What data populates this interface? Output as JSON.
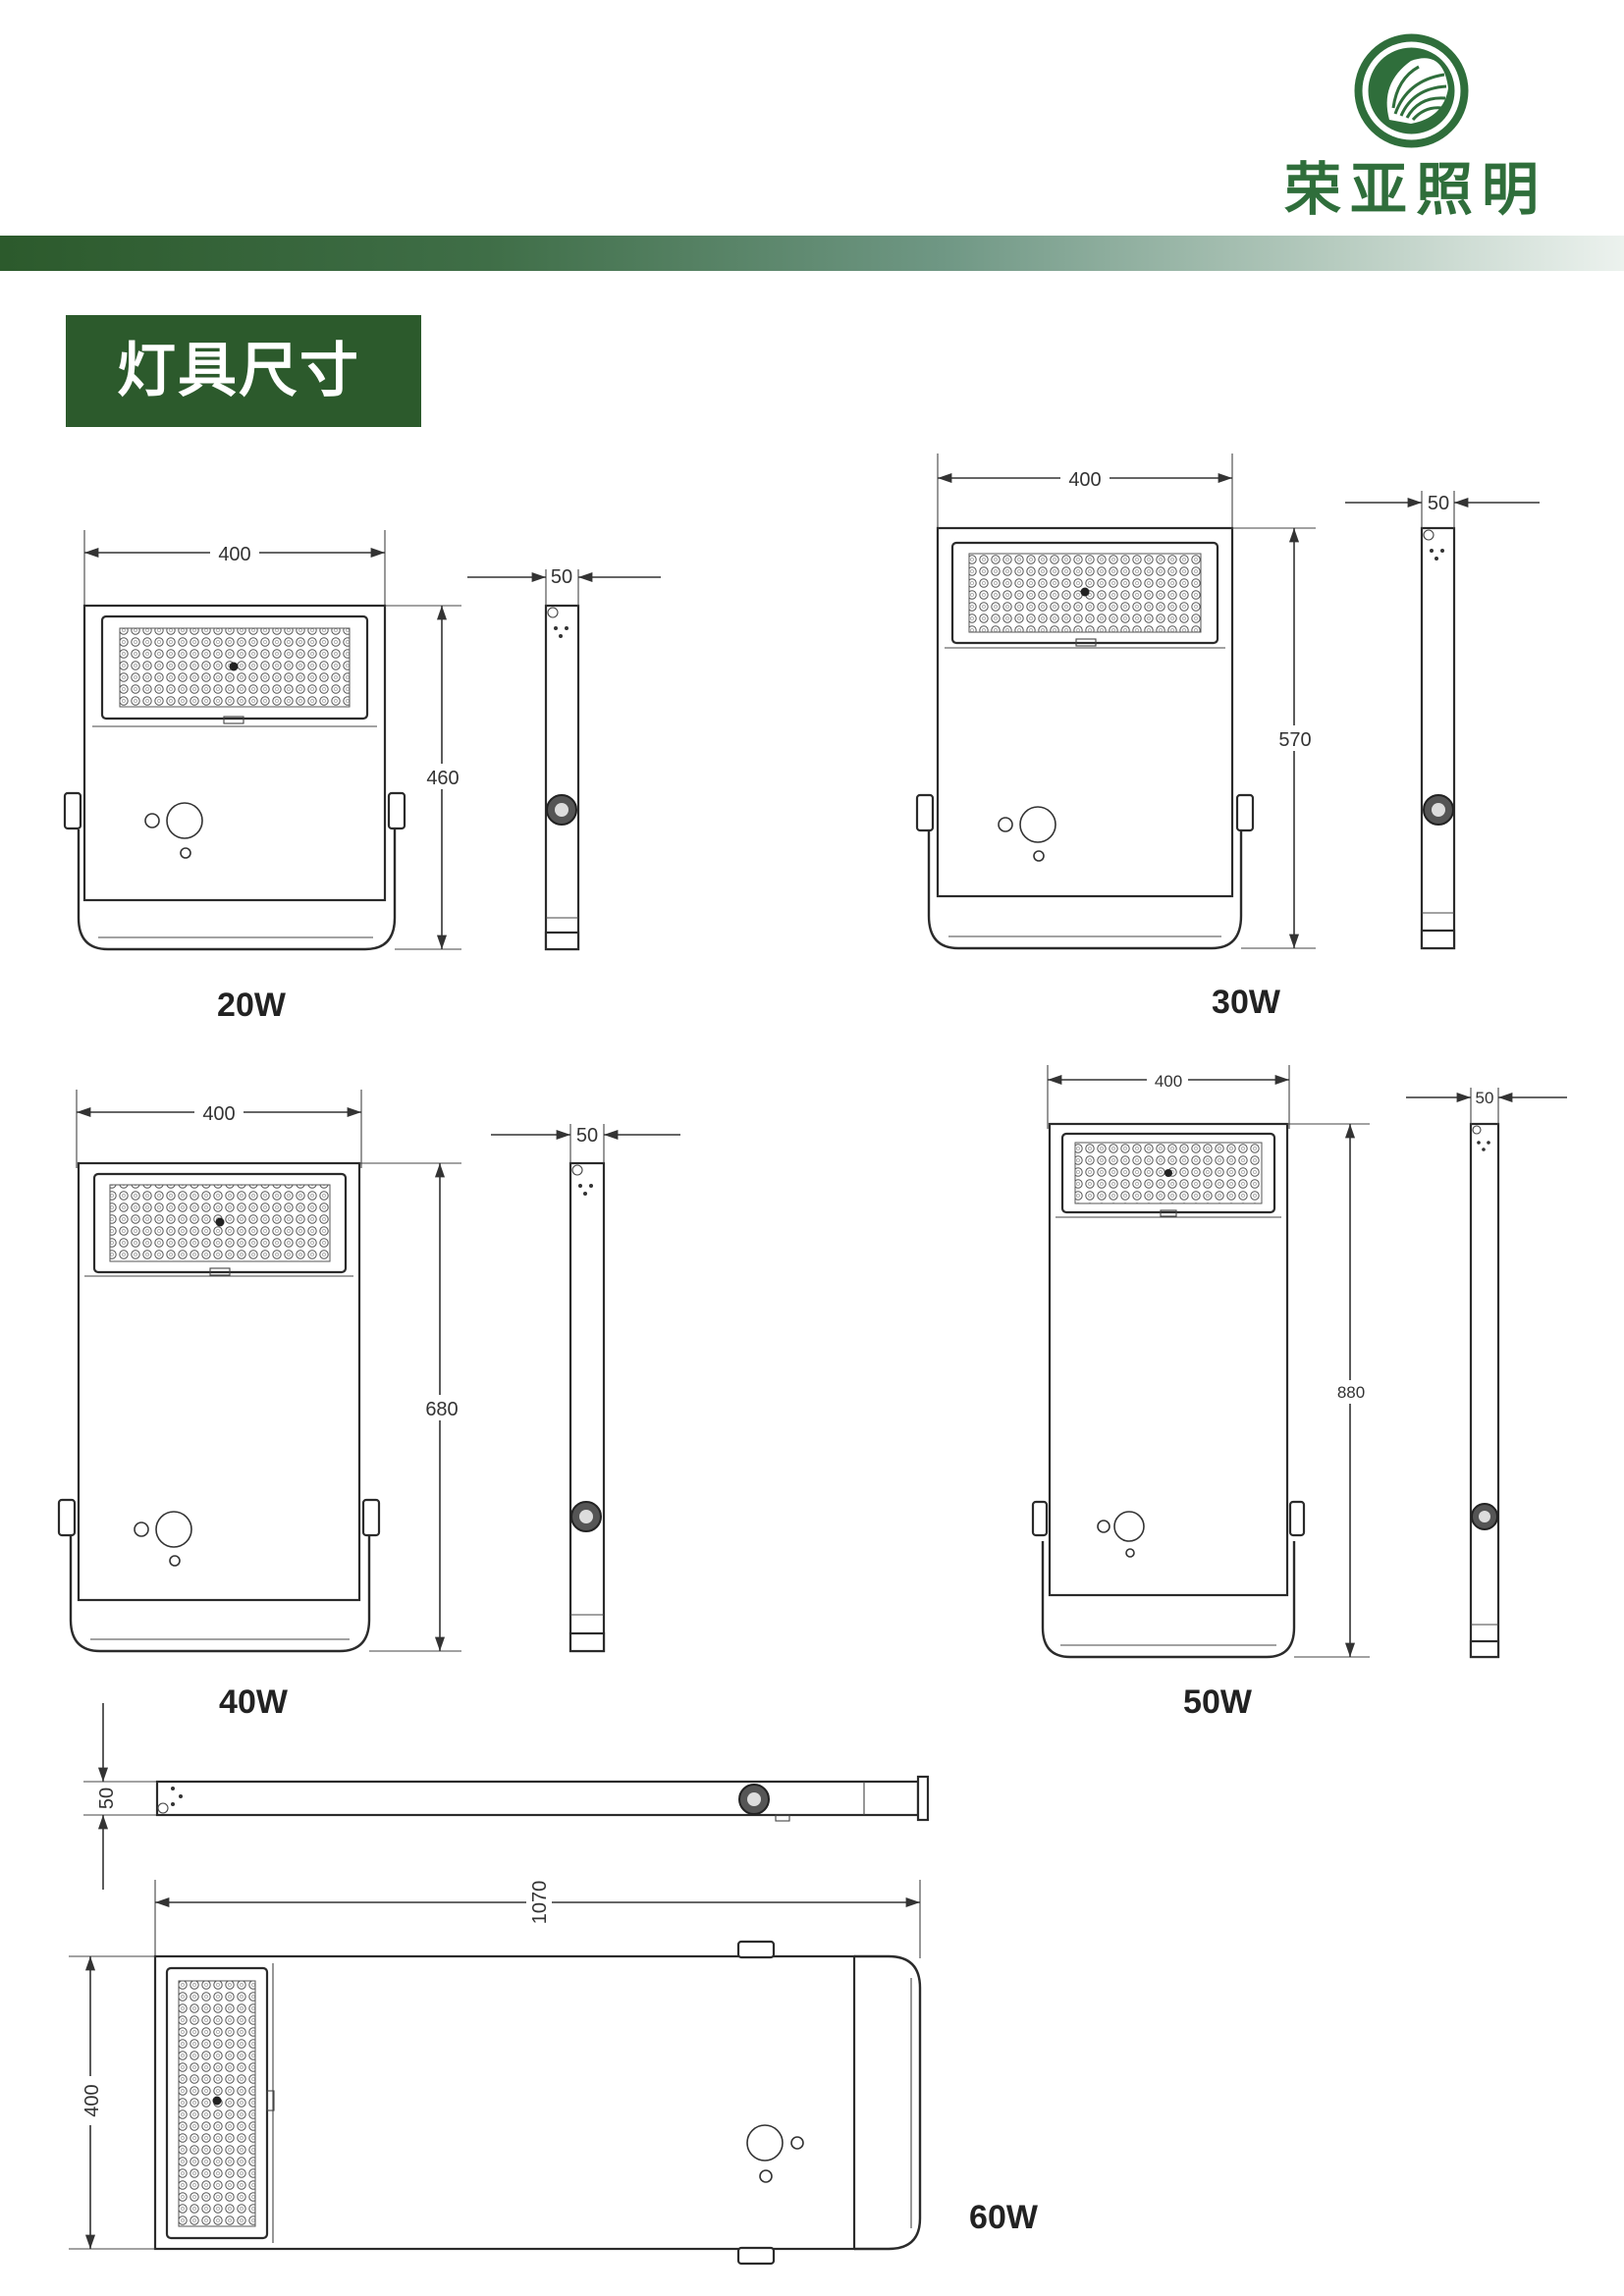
{
  "header": {
    "brand_name": "荣亚照明",
    "logo_icon": "green-circular-leaf-logo",
    "brand_color": "#2f6e3b",
    "band_color_start": "#2c5a2c",
    "band_color_end": "#ecf2ee"
  },
  "section_title": "灯具尺寸",
  "models": [
    {
      "label": "20W",
      "width": "400",
      "height": "460",
      "depth": "50"
    },
    {
      "label": "30W",
      "width": "400",
      "height": "570",
      "depth": "50"
    },
    {
      "label": "40W",
      "width": "400",
      "height": "680",
      "depth": "50"
    },
    {
      "label": "50W",
      "width": "400",
      "height": "880",
      "depth": "50"
    },
    {
      "label": "60W",
      "width": "400",
      "length": "1070",
      "depth": "50"
    }
  ]
}
